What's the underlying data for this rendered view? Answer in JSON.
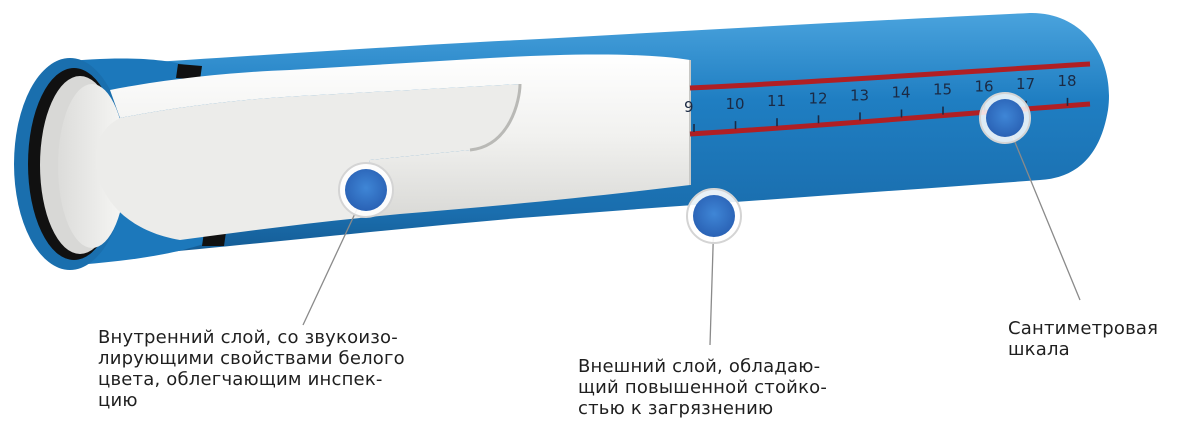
{
  "scale": {
    "ticks": [
      "9",
      "10",
      "11",
      "12",
      "13",
      "14",
      "15",
      "16",
      "17",
      "18"
    ]
  },
  "callouts": {
    "inner_layer": {
      "lines": [
        "Внутренний слой, со звукоизо-",
        "лирующими свойствами белого",
        "цвета, облегчающим инспек-",
        "цию"
      ]
    },
    "outer_layer": {
      "lines": [
        "Внешний слой, обладаю-",
        "щий повышенной стойко-",
        "стью к загрязнению"
      ]
    },
    "centimeter_scale": {
      "lines": [
        "Сантиметровая",
        "шкала"
      ]
    }
  },
  "colors": {
    "pipe_blue": "#1f7ec2",
    "pipe_blue_dark": "#14588f",
    "inner_white": "#f2f2f0",
    "stripe_red": "#b01f24",
    "marker_blue": "#2f6fc4",
    "leader_line": "#888888"
  }
}
